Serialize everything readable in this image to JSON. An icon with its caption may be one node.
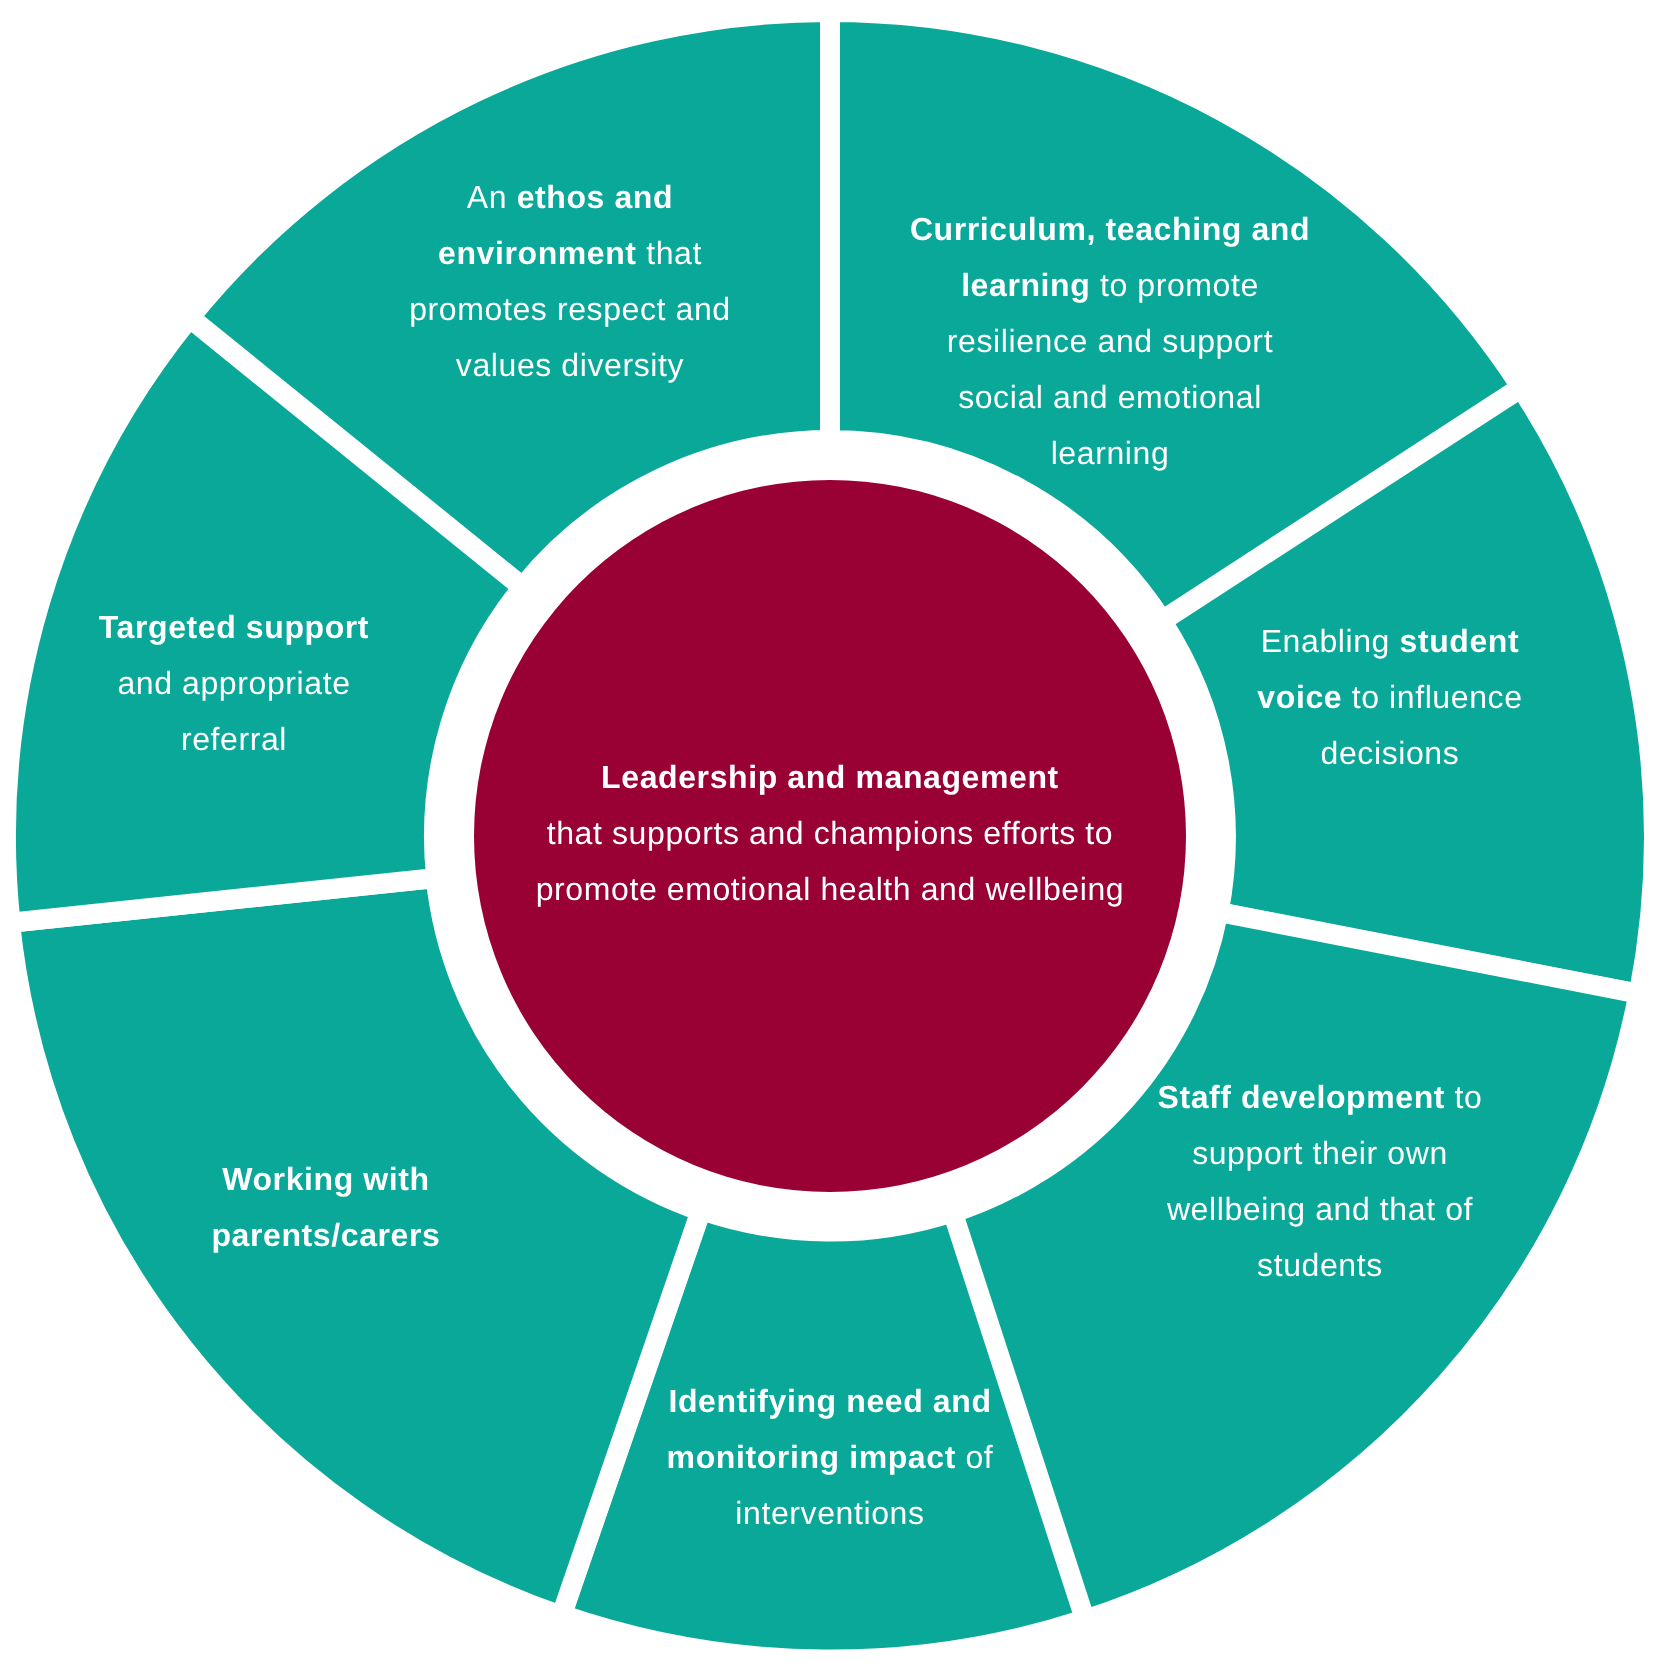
{
  "diagram": {
    "nodes": [
      {
        "text": [
          "Leadership and management",
          "that supports and champions efforts to promote emotional health and wellbeing"
        ]
      },
      {
        "text": [
          "An **ethos and environment** that promotes respect and values diversity"
        ]
      },
      {
        "text": [
          "**Curriculum, teaching and learning** to promote resilience and support social and emotional learning"
        ]
      },
      {
        "text": [
          "Enabling **student voice** to influence decisions"
        ]
      },
      {
        "text": [
          "**Staff development** to support their own wellbeing and that of students"
        ]
      },
      {
        "text": [
          "**Identifying need and monitoring impact** of interventions"
        ]
      },
      {
        "text": [
          "Working with parents/carers"
        ]
      },
      {
        "text": [
          "**Targeted support** and appropriate referral"
        ]
      }
    ]
  }
}
